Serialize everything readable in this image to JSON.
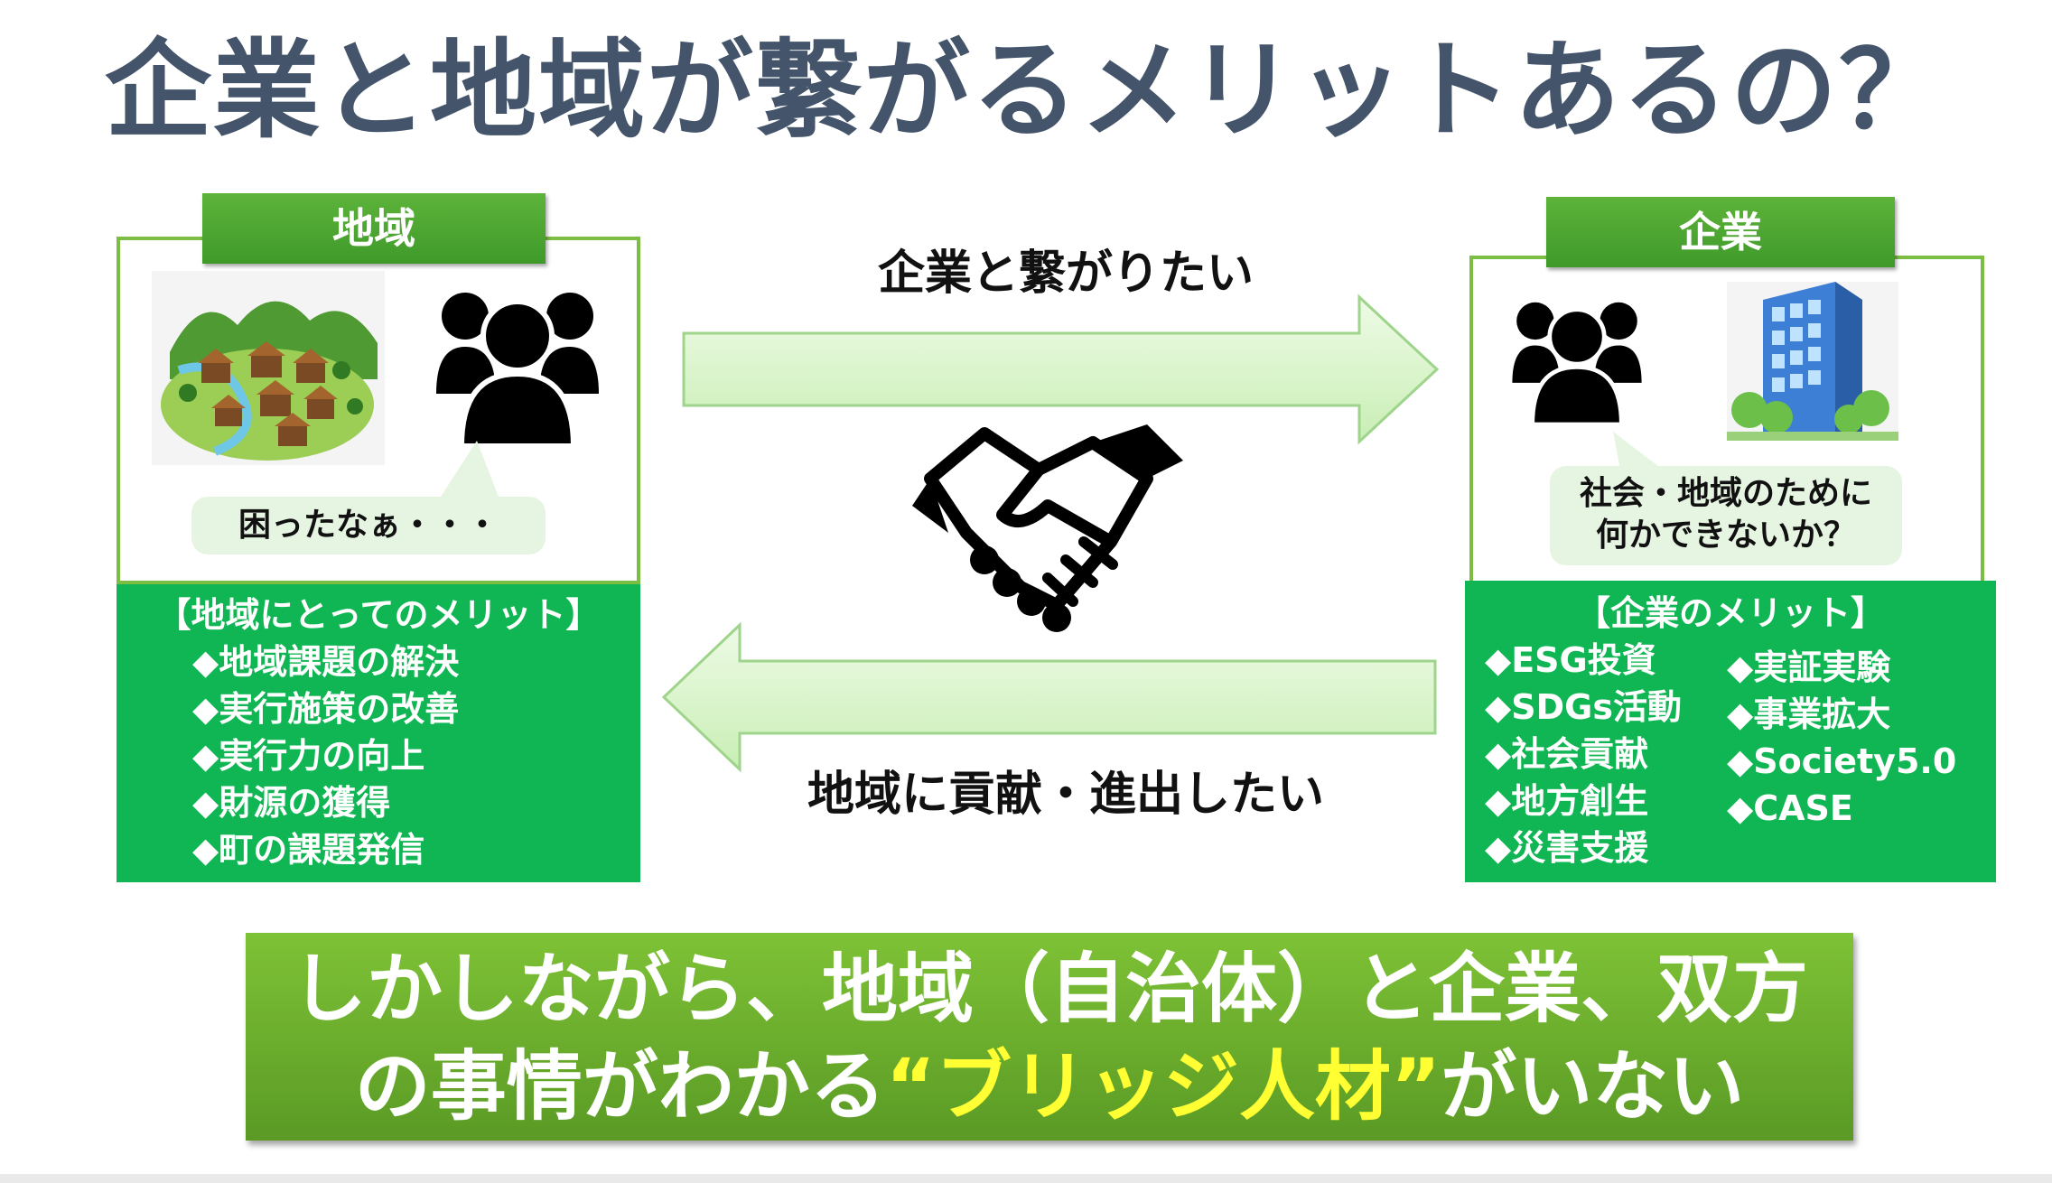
{
  "title": "企業と地域が繋がるメリットあるの？",
  "region": {
    "tab": "地域",
    "bubble": "困ったなぁ・・・",
    "merit_title": "【地域にとってのメリット】",
    "merits": [
      "◆地域課題の解決",
      "◆実行施策の改善",
      "◆実行力の向上",
      "◆財源の獲得",
      "◆町の課題発信"
    ]
  },
  "company": {
    "tab": "企業",
    "bubble_line1": "社会・地域のために",
    "bubble_line2": "何かできないか？",
    "merit_title": "【企業のメリット】",
    "merits_left": [
      "◆ESG投資",
      "◆SDGs活動",
      "◆社会貢献",
      "◆地方創生",
      "◆災害支援"
    ],
    "merits_right": [
      "◆実証実験",
      "◆事業拡大",
      "◆Society5.0",
      "◆CASE"
    ]
  },
  "arrows": {
    "top_label": "企業と繋がりたい",
    "bottom_label": "地域に貢献・進出したい"
  },
  "bottom": {
    "line1": "しかしながら、地域（自治体）と企業、双方",
    "line2_pre": "の事情がわかる",
    "line2_highlight": "“ブリッジ人材”",
    "line2_post": "がいない"
  },
  "colors": {
    "title": "#44546a",
    "green_tab": "#4ea832",
    "merit_bg": "#0fb653",
    "arrow_fill": "#dcf5cf",
    "highlight": "#ffff33"
  },
  "icons": [
    "village-illustration",
    "people-icon",
    "handshake-icon",
    "office-building-illustration"
  ]
}
